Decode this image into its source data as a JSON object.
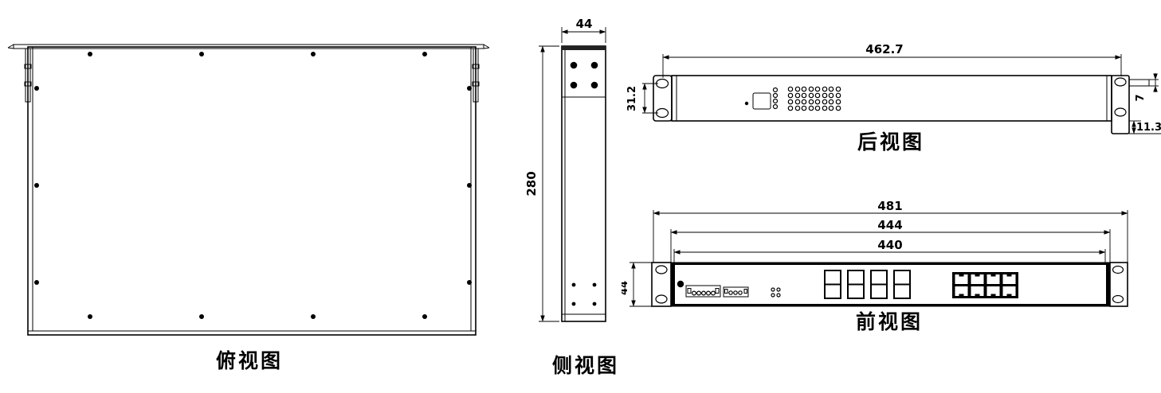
{
  "drawing": {
    "views": {
      "top_view": {
        "label": "俯视图"
      },
      "side_view": {
        "label": "侧视图",
        "dim_width": "44",
        "dim_height": "280"
      },
      "rear_view": {
        "label": "后视图",
        "dim_width": "462.7",
        "dim_hole_spacing": "31.2",
        "dim_tab": "7",
        "dim_ear_drop": "11.3"
      },
      "front_view": {
        "label": "前视图",
        "dim_overall": "481",
        "dim_flange": "444",
        "dim_body": "440",
        "dim_height": "44"
      }
    },
    "colors": {
      "line": "#000000",
      "background": "#ffffff"
    }
  }
}
